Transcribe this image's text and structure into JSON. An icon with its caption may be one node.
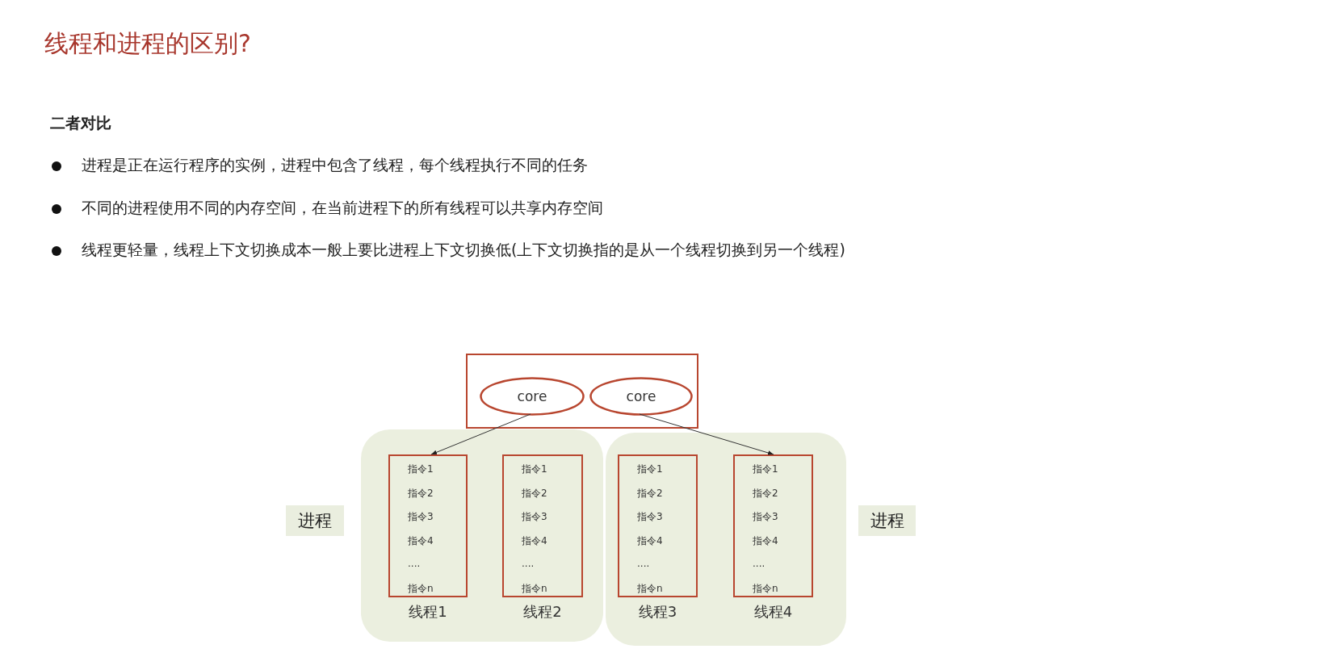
{
  "diagram": {
    "title": "线程和进程的区别?",
    "nodes": [
      {
        "text": [],
        "shape": "box"
      },
      {
        "text": [
          "core"
        ],
        "in": 0
      },
      {
        "text": [
          "core"
        ],
        "in": 0
      },
      {
        "text": [
          "进程"
        ]
      },
      {
        "text": [],
        "shape": "box"
      },
      {
        "text": [
          "指令1",
          "指令2",
          "指令3",
          "指令4",
          "....",
          "指令n"
        ],
        "in": 4,
        "beside": [
          "线程1"
        ]
      },
      {
        "text": [
          "指令1",
          "指令2",
          "指令3",
          "指令4",
          "....",
          "指令n"
        ],
        "in": 4,
        "beside": [
          "线程2"
        ]
      },
      {
        "text": [],
        "shape": "box"
      },
      {
        "text": [
          "指令1",
          "指令2",
          "指令3",
          "指令4",
          "....",
          "指令n"
        ],
        "in": 7,
        "beside": [
          "线程3"
        ]
      },
      {
        "text": [
          "指令1",
          "指令2",
          "指令3",
          "指令4",
          "....",
          "指令n"
        ],
        "in": 7,
        "beside": [
          "线程4"
        ]
      },
      {
        "text": [
          "进程"
        ]
      }
    ],
    "edges": [
      {
        "from": 1,
        "to": 5,
        "arrow": "to"
      },
      {
        "from": 2,
        "to": 9,
        "arrow": "to"
      }
    ],
    "labels": [
      "二者对比",
      "进程是正在运行程序的实例，进程中包含了线程，每个线程执行不同的任务",
      "不同的进程使用不同的内存空间，在当前进程下的所有线程可以共享内存空间",
      "线程更轻量，线程上下文切换成本一般上要比进程上下文切换低(上下文切换指的是从一个线程切换到另一个线程)"
    ]
  }
}
